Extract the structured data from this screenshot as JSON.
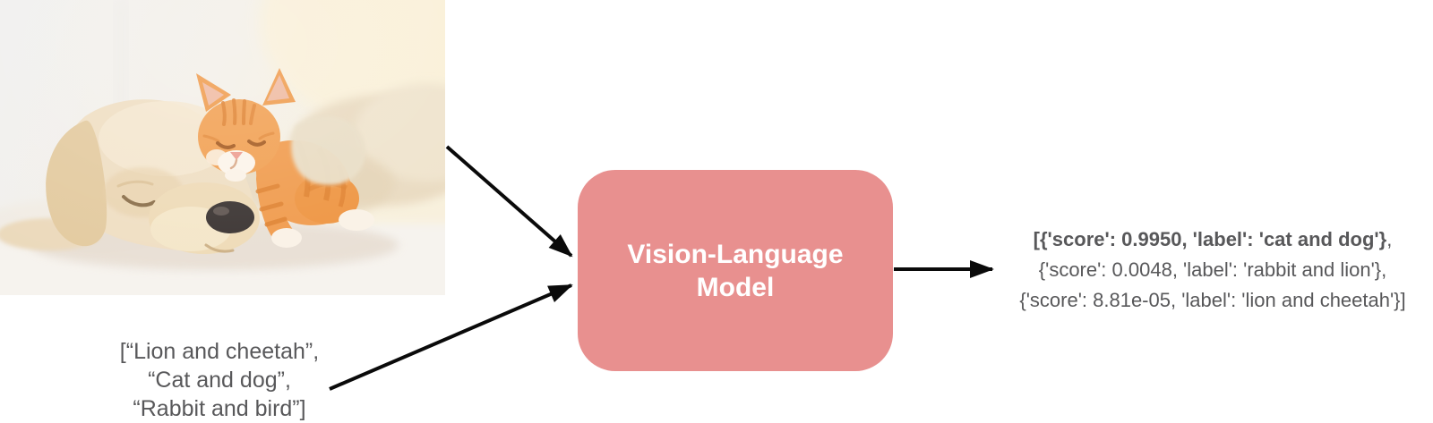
{
  "photo": {
    "alt": "Sleeping cream puppy cuddling an orange tabby kitten on a white blanket"
  },
  "candidate_labels": {
    "line1": "[“Lion and cheetah”,",
    "line2": "“Cat and dog”,",
    "line3": "“Rabbit and bird”]"
  },
  "model_box": {
    "line1": "Vision-Language",
    "line2": "Model",
    "fill": "#E8908F",
    "text_color": "#FFFFFF"
  },
  "output": {
    "line1_bold": "[{'score': 0.9950, 'label': 'cat and dog'}",
    "line1_rest": ",",
    "line2": "{'score': 0.0048, 'label': 'rabbit and lion'},",
    "line3": "{'score': 8.81e-05, 'label': 'lion and cheetah'}]"
  },
  "colors": {
    "arrow": "#0A0A0A",
    "text": "#58585A"
  }
}
